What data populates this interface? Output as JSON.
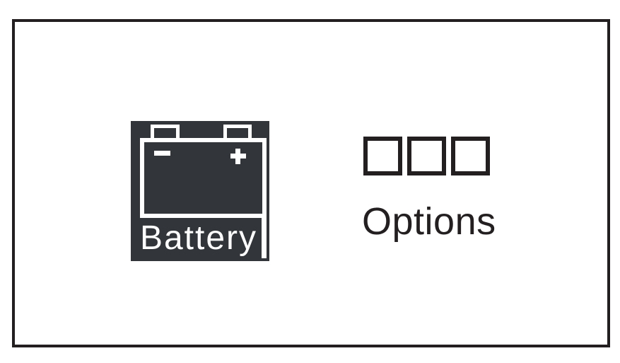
{
  "colors": {
    "ink": "#231f20",
    "tile_background": "#32363a",
    "icon_foreground": "#ffffff",
    "page_background": "#ffffff"
  },
  "battery": {
    "label": "Battery",
    "icon": "battery-icon",
    "symbols": [
      "minus",
      "plus"
    ]
  },
  "options": {
    "label": "Options",
    "icon": "three-squares-icon",
    "square_count": 3
  }
}
